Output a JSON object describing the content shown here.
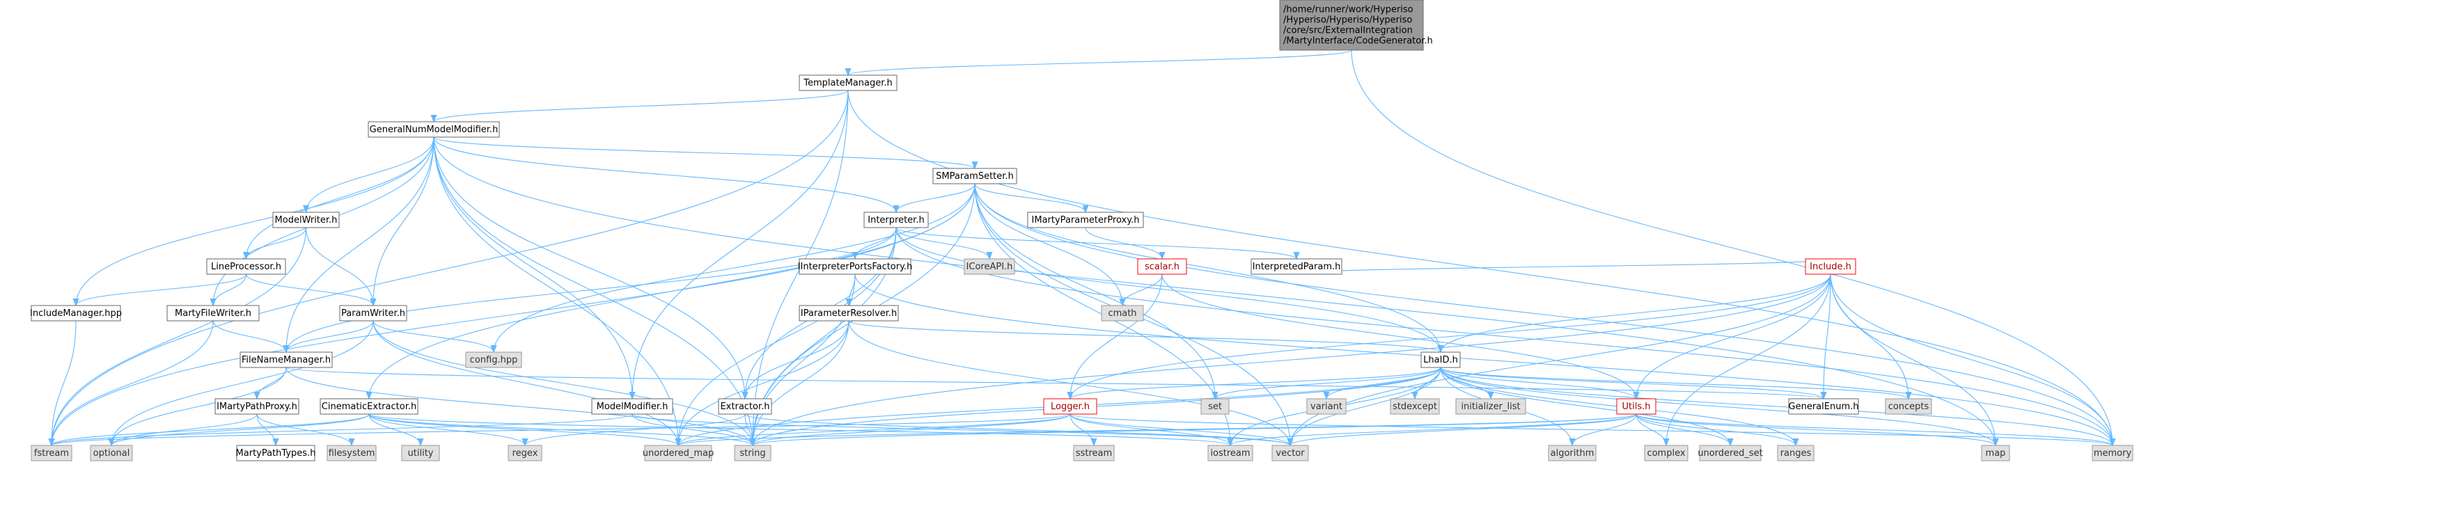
{
  "graph": {
    "nodes": [
      {
        "id": "root",
        "lines": [
          "/home/runner/work/Hyperiso",
          "/Hyperiso/Hyperiso/Hyperiso",
          "/core/src/ExternalIntegration",
          "/MartyInterface/CodeGenerator.h"
        ],
        "kind": "root"
      },
      {
        "id": "tm",
        "lines": [
          "TemplateManager.h"
        ],
        "kind": "normal"
      },
      {
        "id": "gnmm",
        "lines": [
          "GeneralNumModelModifier.h"
        ],
        "kind": "normal"
      },
      {
        "id": "smps",
        "lines": [
          "SMParamSetter.h"
        ],
        "kind": "normal"
      },
      {
        "id": "mw",
        "lines": [
          "ModelWriter.h"
        ],
        "kind": "normal"
      },
      {
        "id": "interp",
        "lines": [
          "Interpreter.h"
        ],
        "kind": "normal"
      },
      {
        "id": "impp",
        "lines": [
          "IMartyParameterProxy.h"
        ],
        "kind": "normal"
      },
      {
        "id": "lp",
        "lines": [
          "LineProcessor.h"
        ],
        "kind": "normal"
      },
      {
        "id": "iipf",
        "lines": [
          "IInterpreterPortsFactory.h"
        ],
        "kind": "normal"
      },
      {
        "id": "icore",
        "lines": [
          "ICoreAPI.h"
        ],
        "kind": "sys"
      },
      {
        "id": "scalar",
        "lines": [
          "scalar.h"
        ],
        "kind": "red"
      },
      {
        "id": "iparam",
        "lines": [
          "InterpretedParam.h"
        ],
        "kind": "normal"
      },
      {
        "id": "include",
        "lines": [
          "Include.h"
        ],
        "kind": "red"
      },
      {
        "id": "im",
        "lines": [
          "IncludeManager.hpp"
        ],
        "kind": "normal"
      },
      {
        "id": "mfw",
        "lines": [
          "MartyFileWriter.h"
        ],
        "kind": "normal"
      },
      {
        "id": "pw",
        "lines": [
          "ParamWriter.h"
        ],
        "kind": "normal"
      },
      {
        "id": "ipr",
        "lines": [
          "IParameterResolver.h"
        ],
        "kind": "normal"
      },
      {
        "id": "cmath",
        "lines": [
          "cmath"
        ],
        "kind": "sys"
      },
      {
        "id": "config",
        "lines": [
          "config.hpp"
        ],
        "kind": "sys"
      },
      {
        "id": "fnm",
        "lines": [
          "FileNameManager.h"
        ],
        "kind": "normal"
      },
      {
        "id": "lhaid",
        "lines": [
          "LhaID.h"
        ],
        "kind": "normal"
      },
      {
        "id": "imppx",
        "lines": [
          "IMartyPathProxy.h"
        ],
        "kind": "normal"
      },
      {
        "id": "cine",
        "lines": [
          "CinematicExtractor.h"
        ],
        "kind": "normal"
      },
      {
        "id": "modmod",
        "lines": [
          "ModelModifier.h"
        ],
        "kind": "normal"
      },
      {
        "id": "extr",
        "lines": [
          "Extractor.h"
        ],
        "kind": "normal"
      },
      {
        "id": "logger",
        "lines": [
          "Logger.h"
        ],
        "kind": "red"
      },
      {
        "id": "set",
        "lines": [
          "set"
        ],
        "kind": "sys"
      },
      {
        "id": "variant",
        "lines": [
          "variant"
        ],
        "kind": "sys"
      },
      {
        "id": "stdexc",
        "lines": [
          "stdexcept"
        ],
        "kind": "sys"
      },
      {
        "id": "initl",
        "lines": [
          "initializer_list"
        ],
        "kind": "sys"
      },
      {
        "id": "utils",
        "lines": [
          "Utils.h"
        ],
        "kind": "red"
      },
      {
        "id": "genenum",
        "lines": [
          "GeneralEnum.h"
        ],
        "kind": "normal"
      },
      {
        "id": "concepts",
        "lines": [
          "concepts"
        ],
        "kind": "sys"
      },
      {
        "id": "fstream",
        "lines": [
          "fstream"
        ],
        "kind": "sys"
      },
      {
        "id": "optional",
        "lines": [
          "optional"
        ],
        "kind": "sys"
      },
      {
        "id": "mpt",
        "lines": [
          "MartyPathTypes.h"
        ],
        "kind": "normal"
      },
      {
        "id": "filesystem",
        "lines": [
          "filesystem"
        ],
        "kind": "sys"
      },
      {
        "id": "utility",
        "lines": [
          "utility"
        ],
        "kind": "sys"
      },
      {
        "id": "regex",
        "lines": [
          "regex"
        ],
        "kind": "sys"
      },
      {
        "id": "umap",
        "lines": [
          "unordered_map"
        ],
        "kind": "sys"
      },
      {
        "id": "string",
        "lines": [
          "string"
        ],
        "kind": "sys"
      },
      {
        "id": "sstream",
        "lines": [
          "sstream"
        ],
        "kind": "sys"
      },
      {
        "id": "iostream",
        "lines": [
          "iostream"
        ],
        "kind": "sys"
      },
      {
        "id": "vector",
        "lines": [
          "vector"
        ],
        "kind": "sys"
      },
      {
        "id": "algorithm",
        "lines": [
          "algorithm"
        ],
        "kind": "sys"
      },
      {
        "id": "complex",
        "lines": [
          "complex"
        ],
        "kind": "sys"
      },
      {
        "id": "uset",
        "lines": [
          "unordered_set"
        ],
        "kind": "sys"
      },
      {
        "id": "ranges",
        "lines": [
          "ranges"
        ],
        "kind": "sys"
      },
      {
        "id": "map",
        "lines": [
          "map"
        ],
        "kind": "sys"
      },
      {
        "id": "memory",
        "lines": [
          "memory"
        ],
        "kind": "sys"
      }
    ],
    "edges": [
      [
        "root",
        "tm"
      ],
      [
        "root",
        "memory"
      ],
      [
        "tm",
        "gnmm"
      ],
      [
        "tm",
        "fstream"
      ],
      [
        "tm",
        "modmod"
      ],
      [
        "tm",
        "string"
      ],
      [
        "tm",
        "memory"
      ],
      [
        "gnmm",
        "smps"
      ],
      [
        "gnmm",
        "mw"
      ],
      [
        "gnmm",
        "interp"
      ],
      [
        "gnmm",
        "lp"
      ],
      [
        "gnmm",
        "im"
      ],
      [
        "gnmm",
        "mfw"
      ],
      [
        "gnmm",
        "pw"
      ],
      [
        "gnmm",
        "fnm"
      ],
      [
        "gnmm",
        "modmod"
      ],
      [
        "gnmm",
        "extr"
      ],
      [
        "gnmm",
        "string"
      ],
      [
        "gnmm",
        "umap"
      ],
      [
        "gnmm",
        "map"
      ],
      [
        "smps",
        "interp"
      ],
      [
        "smps",
        "impp"
      ],
      [
        "smps",
        "lhaid"
      ],
      [
        "smps",
        "cine"
      ],
      [
        "smps",
        "config"
      ],
      [
        "smps",
        "cmath"
      ],
      [
        "smps",
        "set"
      ],
      [
        "smps",
        "vector"
      ],
      [
        "smps",
        "string"
      ],
      [
        "smps",
        "iostream"
      ],
      [
        "smps",
        "fstream"
      ],
      [
        "smps",
        "memory"
      ],
      [
        "mw",
        "lp"
      ],
      [
        "mw",
        "pw"
      ],
      [
        "mw",
        "fstream"
      ],
      [
        "lp",
        "im"
      ],
      [
        "lp",
        "mfw"
      ],
      [
        "lp",
        "pw"
      ],
      [
        "interp",
        "iipf"
      ],
      [
        "interp",
        "icore"
      ],
      [
        "interp",
        "iparam"
      ],
      [
        "interp",
        "fnm"
      ],
      [
        "interp",
        "extr"
      ],
      [
        "interp",
        "umap"
      ],
      [
        "interp",
        "string"
      ],
      [
        "interp",
        "memory"
      ],
      [
        "interp",
        "lhaid"
      ],
      [
        "impp",
        "scalar"
      ],
      [
        "scalar",
        "cmath"
      ],
      [
        "scalar",
        "logger"
      ],
      [
        "scalar",
        "utils"
      ],
      [
        "iipf",
        "ipr"
      ],
      [
        "iipf",
        "string"
      ],
      [
        "iipf",
        "memory"
      ],
      [
        "iparam",
        "include"
      ],
      [
        "include",
        "lhaid"
      ],
      [
        "include",
        "genenum"
      ],
      [
        "include",
        "concepts"
      ],
      [
        "include",
        "utils"
      ],
      [
        "include",
        "logger"
      ],
      [
        "include",
        "memory"
      ],
      [
        "include",
        "map"
      ],
      [
        "include",
        "complex"
      ],
      [
        "include",
        "vector"
      ],
      [
        "include",
        "string"
      ],
      [
        "im",
        "fstream"
      ],
      [
        "mfw",
        "fnm"
      ],
      [
        "mfw",
        "fstream"
      ],
      [
        "pw",
        "fnm"
      ],
      [
        "pw",
        "config"
      ],
      [
        "pw",
        "string"
      ],
      [
        "pw",
        "umap"
      ],
      [
        "pw",
        "optional"
      ],
      [
        "ipr",
        "lhaid"
      ],
      [
        "ipr",
        "extr"
      ],
      [
        "ipr",
        "string"
      ],
      [
        "ipr",
        "umap"
      ],
      [
        "ipr",
        "vector"
      ],
      [
        "fnm",
        "imppx"
      ],
      [
        "fnm",
        "genenum"
      ],
      [
        "fnm",
        "optional"
      ],
      [
        "fnm",
        "string"
      ],
      [
        "imppx",
        "mpt"
      ],
      [
        "imppx",
        "optional"
      ],
      [
        "imppx",
        "filesystem"
      ],
      [
        "cine",
        "fstream"
      ],
      [
        "cine",
        "optional"
      ],
      [
        "cine",
        "utility"
      ],
      [
        "cine",
        "regex"
      ],
      [
        "cine",
        "umap"
      ],
      [
        "cine",
        "string"
      ],
      [
        "cine",
        "iostream"
      ],
      [
        "modmod",
        "string"
      ],
      [
        "modmod",
        "vector"
      ],
      [
        "modmod",
        "fstream"
      ],
      [
        "extr",
        "string"
      ],
      [
        "extr",
        "regex"
      ],
      [
        "extr",
        "vector"
      ],
      [
        "lhaid",
        "logger"
      ],
      [
        "lhaid",
        "set"
      ],
      [
        "lhaid",
        "variant"
      ],
      [
        "lhaid",
        "stdexc"
      ],
      [
        "lhaid",
        "initl"
      ],
      [
        "lhaid",
        "utils"
      ],
      [
        "lhaid",
        "genenum"
      ],
      [
        "lhaid",
        "concepts"
      ],
      [
        "lhaid",
        "string"
      ],
      [
        "lhaid",
        "umap"
      ],
      [
        "lhaid",
        "vector"
      ],
      [
        "lhaid",
        "algorithm"
      ],
      [
        "lhaid",
        "uset"
      ],
      [
        "lhaid",
        "ranges"
      ],
      [
        "lhaid",
        "map"
      ],
      [
        "lhaid",
        "memory"
      ],
      [
        "lhaid",
        "iostream"
      ],
      [
        "logger",
        "fstream"
      ],
      [
        "logger",
        "string"
      ],
      [
        "logger",
        "sstream"
      ],
      [
        "logger",
        "iostream"
      ],
      [
        "logger",
        "vector"
      ],
      [
        "logger",
        "umap"
      ],
      [
        "logger",
        "memory"
      ],
      [
        "utils",
        "string"
      ],
      [
        "utils",
        "vector"
      ],
      [
        "utils",
        "algorithm"
      ],
      [
        "utils",
        "complex"
      ],
      [
        "utils",
        "uset"
      ],
      [
        "utils",
        "ranges"
      ],
      [
        "utils",
        "map"
      ],
      [
        "utils",
        "umap"
      ],
      [
        "utils",
        "iostream"
      ],
      [
        "utils",
        "memory"
      ]
    ]
  }
}
